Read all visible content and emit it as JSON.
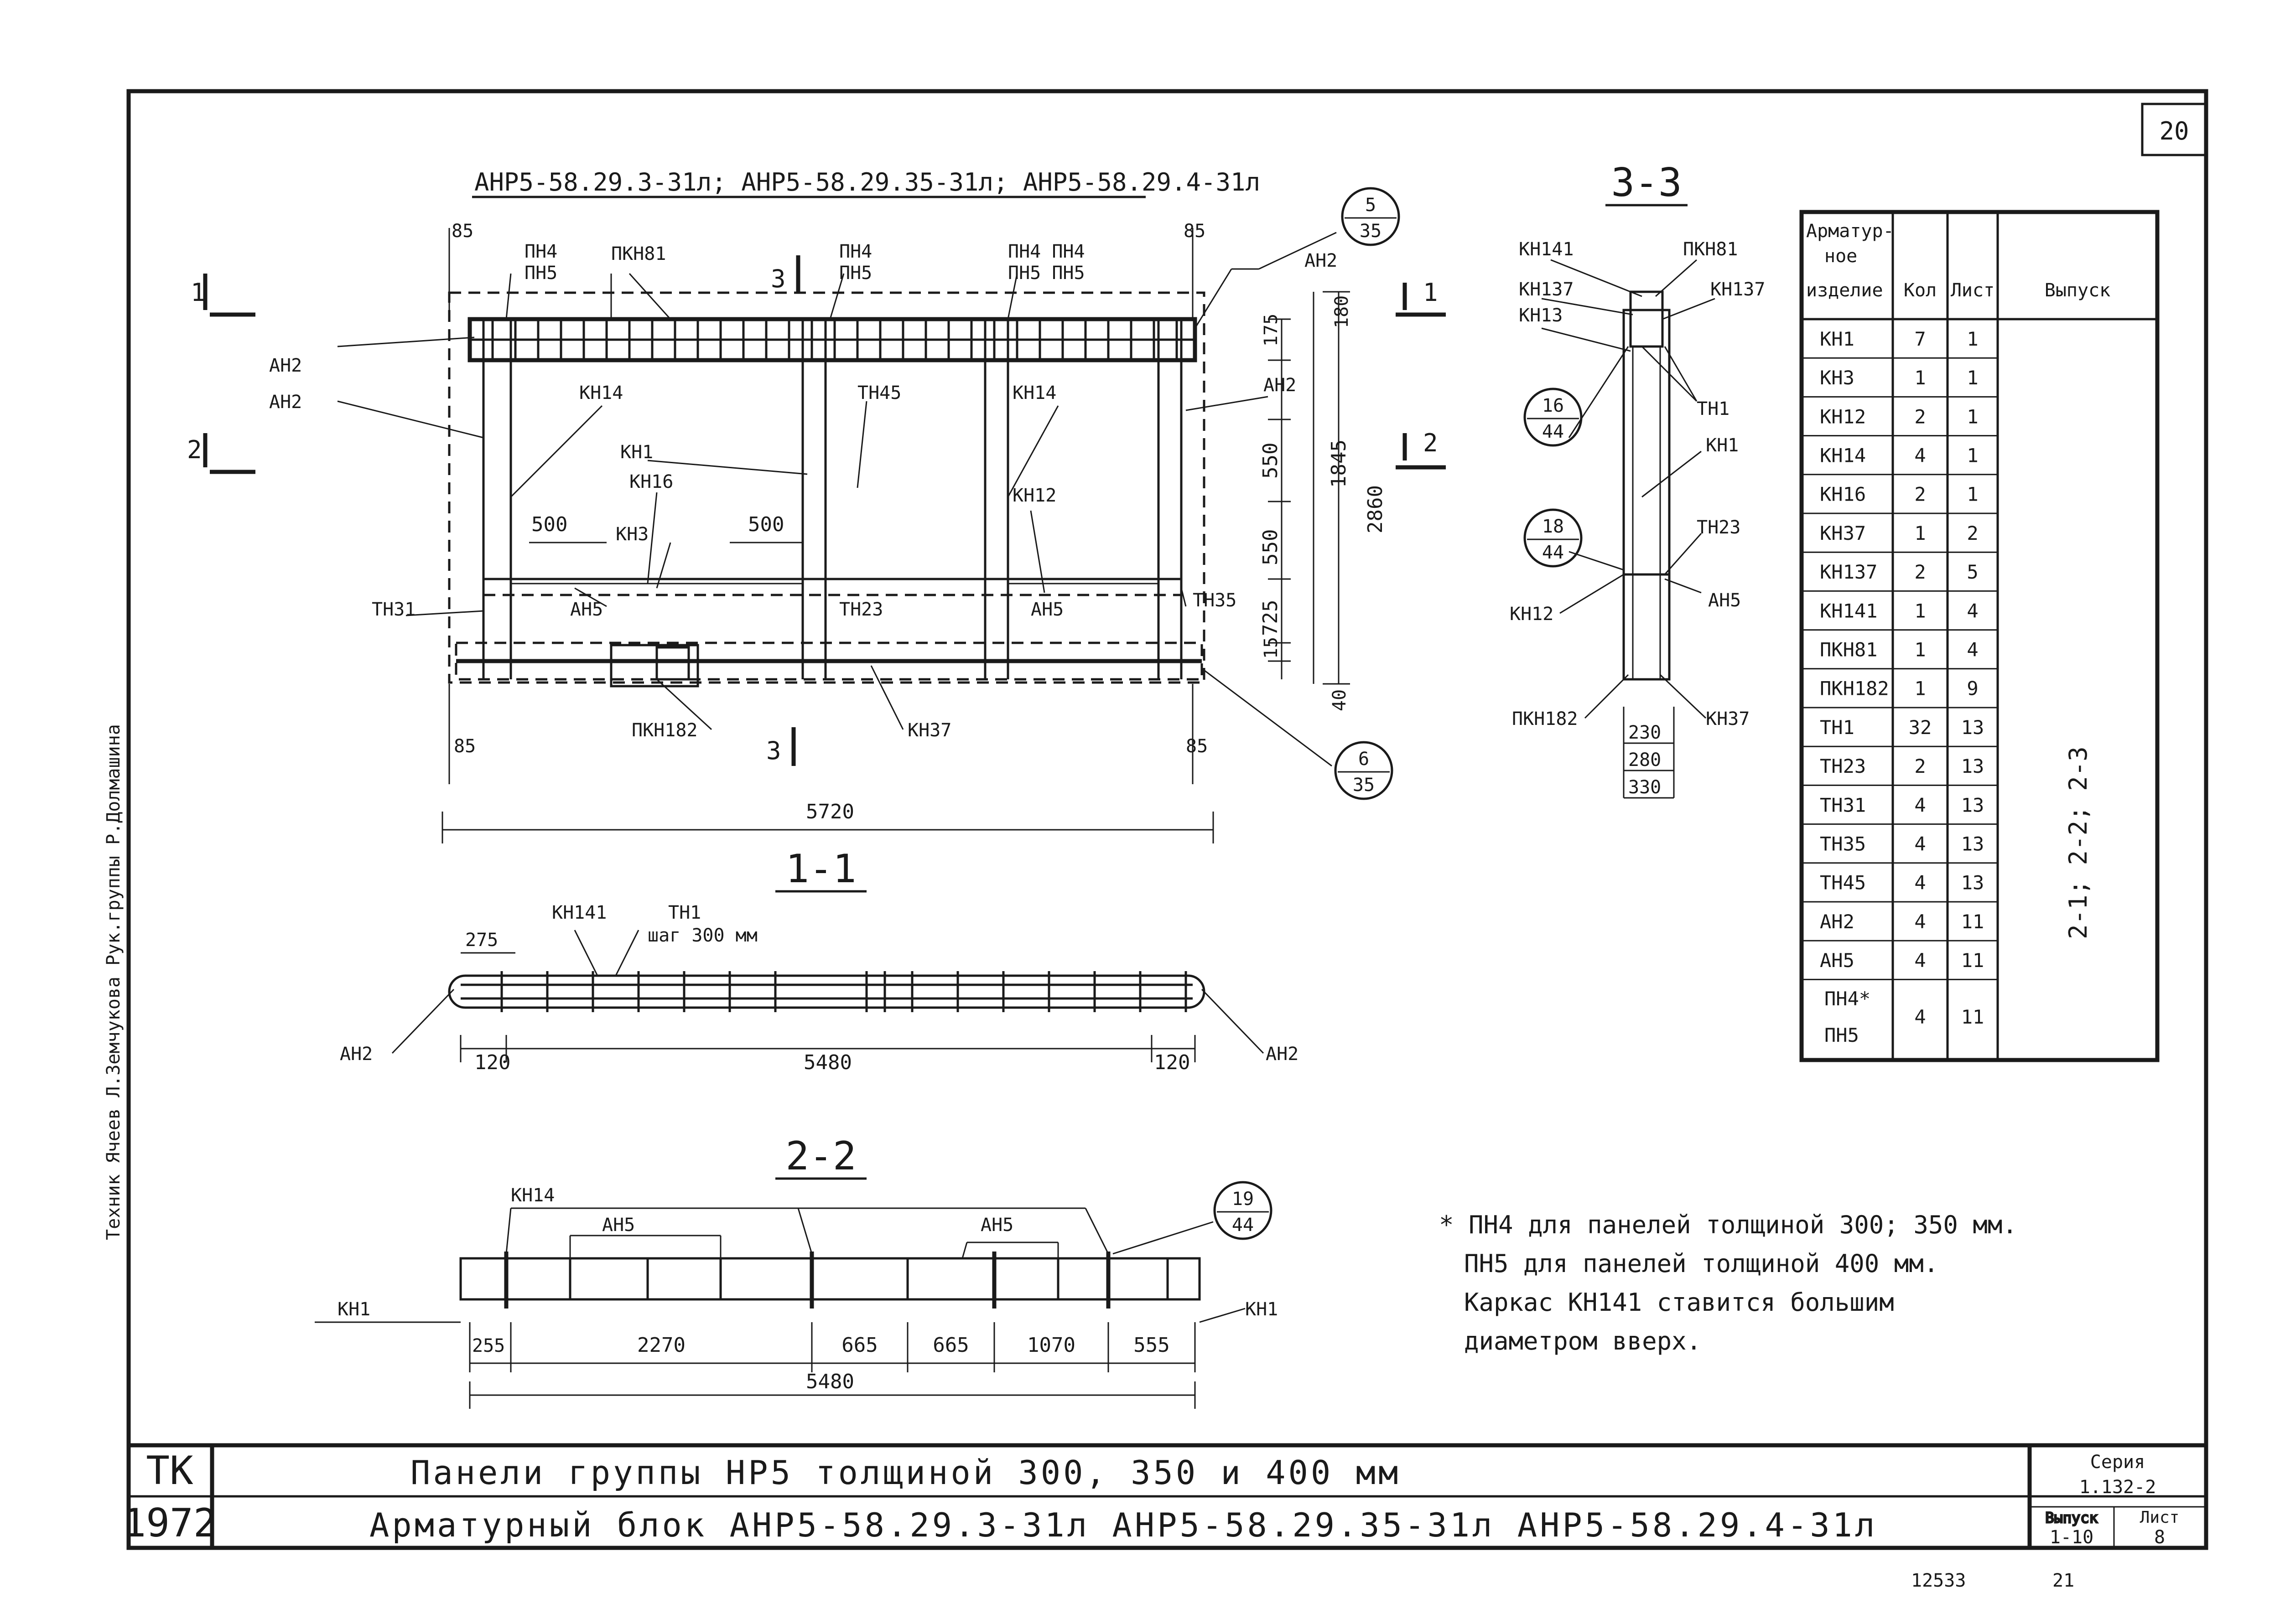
{
  "sheet": {
    "number": "20",
    "drawing_title": "АНР5-58.29.3-31л; АНР5-58.29.35-31л; АНР5-58.29.4-31л",
    "bottom_marks": [
      "12533",
      "21"
    ]
  },
  "elevation": {
    "labels": {
      "pn4_a": "ПН4",
      "pn5_a": "ПН5",
      "pkn81": "ПКН81",
      "pn4_b": "ПН4",
      "pn5_b": "ПН5",
      "pn4_c": "ПН4 ПН4",
      "pn5_c": "ПН5 ПН5",
      "an2_tr": "АН2",
      "an2_l1": "АН2",
      "an2_l2": "АН2",
      "an2_r": "АН2",
      "kn14_a": "КН14",
      "kn14_b": "КН14",
      "tn45": "ТН45",
      "kn1": "КН1",
      "kn16": "КН16",
      "kn12": "КН12",
      "kn3": "КН3",
      "an5_a": "АН5",
      "an5_b": "АН5",
      "tn23": "ТН23",
      "tn31": "ТН31",
      "tn35": "ТН35",
      "pkn182": "ПКН182",
      "kn37": "КН37"
    },
    "dims": {
      "d85a": "85",
      "d85b": "85",
      "d85c": "85",
      "d85d": "85",
      "d500a": "500",
      "d500b": "500",
      "d180": "180",
      "d175": "175",
      "d550a": "550",
      "d550b": "550",
      "d725": "725",
      "d15": "15",
      "d40": "40",
      "d1845": "1845",
      "d2860": "2860",
      "d5720": "5720"
    },
    "cuts": {
      "c1": "1",
      "c2": "2",
      "c3a": "3",
      "c3b": "3",
      "c1r": "1",
      "c2r": "2"
    },
    "callouts": {
      "c5": {
        "top": "5",
        "bottom": "35"
      },
      "c6": {
        "top": "6",
        "bottom": "35"
      }
    }
  },
  "section_11": {
    "title": "1-1",
    "labels": {
      "kn141": "КН141",
      "tn1": "ТН1",
      "step": "шаг 300 мм",
      "an2_l": "АН2",
      "an2_r": "АН2"
    },
    "dims": {
      "d275": "275",
      "d120a": "120",
      "d5480": "5480",
      "d120b": "120"
    }
  },
  "section_22": {
    "title": "2-2",
    "labels": {
      "kn14": "КН14",
      "an5_a": "АН5",
      "an5_b": "АН5",
      "kn1_l": "КН1",
      "kn1_r": "КН1"
    },
    "dims": {
      "d255": "255",
      "d2270": "2270",
      "d665a": "665",
      "d665b": "665",
      "d1070": "1070",
      "d555": "555",
      "d5480": "5480"
    },
    "callout": {
      "top": "19",
      "bottom": "44"
    }
  },
  "section_33": {
    "title": "3-3",
    "labels": {
      "kn141": "КН141",
      "pkn81": "ПКН81",
      "kn137_l": "КН137",
      "kn137_r": "КН137",
      "kn13": "КН13",
      "tn1": "ТН1",
      "kn1": "КН1",
      "tn23": "ТН23",
      "an5": "АН5",
      "kn12": "КН12",
      "pkn182": "ПКН182",
      "kn37": "КН37"
    },
    "dims": {
      "d230": "230",
      "d280": "280",
      "d330": "330"
    },
    "callouts": {
      "c16": {
        "top": "16",
        "bottom": "44"
      },
      "c18": {
        "top": "18",
        "bottom": "44"
      }
    }
  },
  "spec_table": {
    "headers": {
      "item_l1": "Арматур-",
      "item_l2": "ное",
      "item_l3": "изделие",
      "qty": "Кол",
      "sheet": "Лист",
      "issue": "Выпуск"
    },
    "rows": [
      {
        "item": "КН1",
        "qty": "7",
        "sheet": "1"
      },
      {
        "item": "КН3",
        "qty": "1",
        "sheet": "1"
      },
      {
        "item": "КН12",
        "qty": "2",
        "sheet": "1"
      },
      {
        "item": "КН14",
        "qty": "4",
        "sheet": "1"
      },
      {
        "item": "КН16",
        "qty": "2",
        "sheet": "1"
      },
      {
        "item": "КН37",
        "qty": "1",
        "sheet": "2"
      },
      {
        "item": "КН137",
        "qty": "2",
        "sheet": "5"
      },
      {
        "item": "КН141",
        "qty": "1",
        "sheet": "4"
      },
      {
        "item": "ПКН81",
        "qty": "1",
        "sheet": "4"
      },
      {
        "item": "ПКН182",
        "qty": "1",
        "sheet": "9"
      },
      {
        "item": "ТН1",
        "qty": "32",
        "sheet": "13"
      },
      {
        "item": "ТН23",
        "qty": "2",
        "sheet": "13"
      },
      {
        "item": "ТН31",
        "qty": "4",
        "sheet": "13"
      },
      {
        "item": "ТН35",
        "qty": "4",
        "sheet": "13"
      },
      {
        "item": "ТН45",
        "qty": "4",
        "sheet": "13"
      },
      {
        "item": "АН2",
        "qty": "4",
        "sheet": "11"
      },
      {
        "item": "АН5",
        "qty": "4",
        "sheet": "11"
      }
    ],
    "last_row": {
      "item_l1": "ПН4*",
      "item_l2": "ПН5",
      "qty": "4",
      "sheet": "11"
    },
    "issue_value": "2-1; 2-2; 2-3"
  },
  "notes": [
    "* ПН4 для панелей толщиной 300; 350 мм.",
    "ПН5 для панелей толщиной 400 мм.",
    "Каркас КН141 ставится большим",
    "диаметром вверх."
  ],
  "stamp_side": "Техник  Ячеев  Л.Земчукова  Рук.группы  Р.Долмашина",
  "title_block": {
    "org": "ТК",
    "year": "1972",
    "title_line1": "Панели группы НР5 толщиной 300, 350 и 400 мм",
    "title_line2": "Арматурный блок   АНР5-58.29.3-31л  АНР5-58.29.35-31л  АНР5-58.29.4-31л",
    "series_label": "Серия",
    "series_value": "1.132-2",
    "issue_label": "Выпуск",
    "issue_value": "1-10",
    "sheet_label": "Лист",
    "sheet_value": "8"
  }
}
